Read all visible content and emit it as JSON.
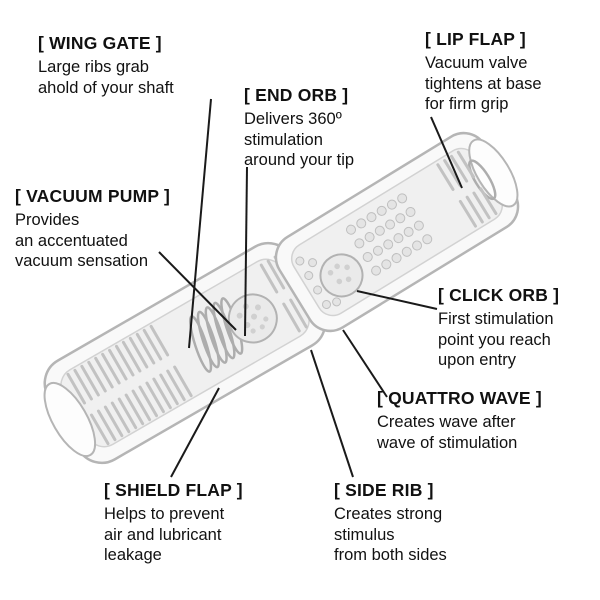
{
  "colors": {
    "background": "#ffffff",
    "text_color": "#111111",
    "line_color": "#1a1a1a",
    "device_fill": "#f9f9f9",
    "device_stroke": "#b5b5b5"
  },
  "callouts": {
    "wing_gate": {
      "title": "[ WING GATE ]",
      "desc": "Large ribs grab\nahold of your shaft"
    },
    "lip_flap": {
      "title": "[ LIP FLAP ]",
      "desc": "Vacuum valve\ntightens at base\nfor firm grip"
    },
    "end_orb": {
      "title": "[ END ORB ]",
      "desc": "Delivers 360º\nstimulation\naround your tip"
    },
    "vacuum_pump": {
      "title": "[ VACUUM PUMP ]",
      "desc": "Provides\nan accentuated\nvacuum sensation"
    },
    "click_orb": {
      "title": "[ CLICK ORB ]",
      "desc": "First stimulation\npoint you reach\nupon entry"
    },
    "quattro_wave": {
      "title": "[ QUATTRO WAVE ]",
      "desc": "Creates wave after\nwave of stimulation"
    },
    "shield_flap": {
      "title": "[ SHIELD FLAP ]",
      "desc": "Helps to prevent\nair and lubricant\nleakage"
    },
    "side_rib": {
      "title": "[ SIDE RIB ]",
      "desc": "Creates strong\nstimulus\nfrom both sides"
    }
  }
}
